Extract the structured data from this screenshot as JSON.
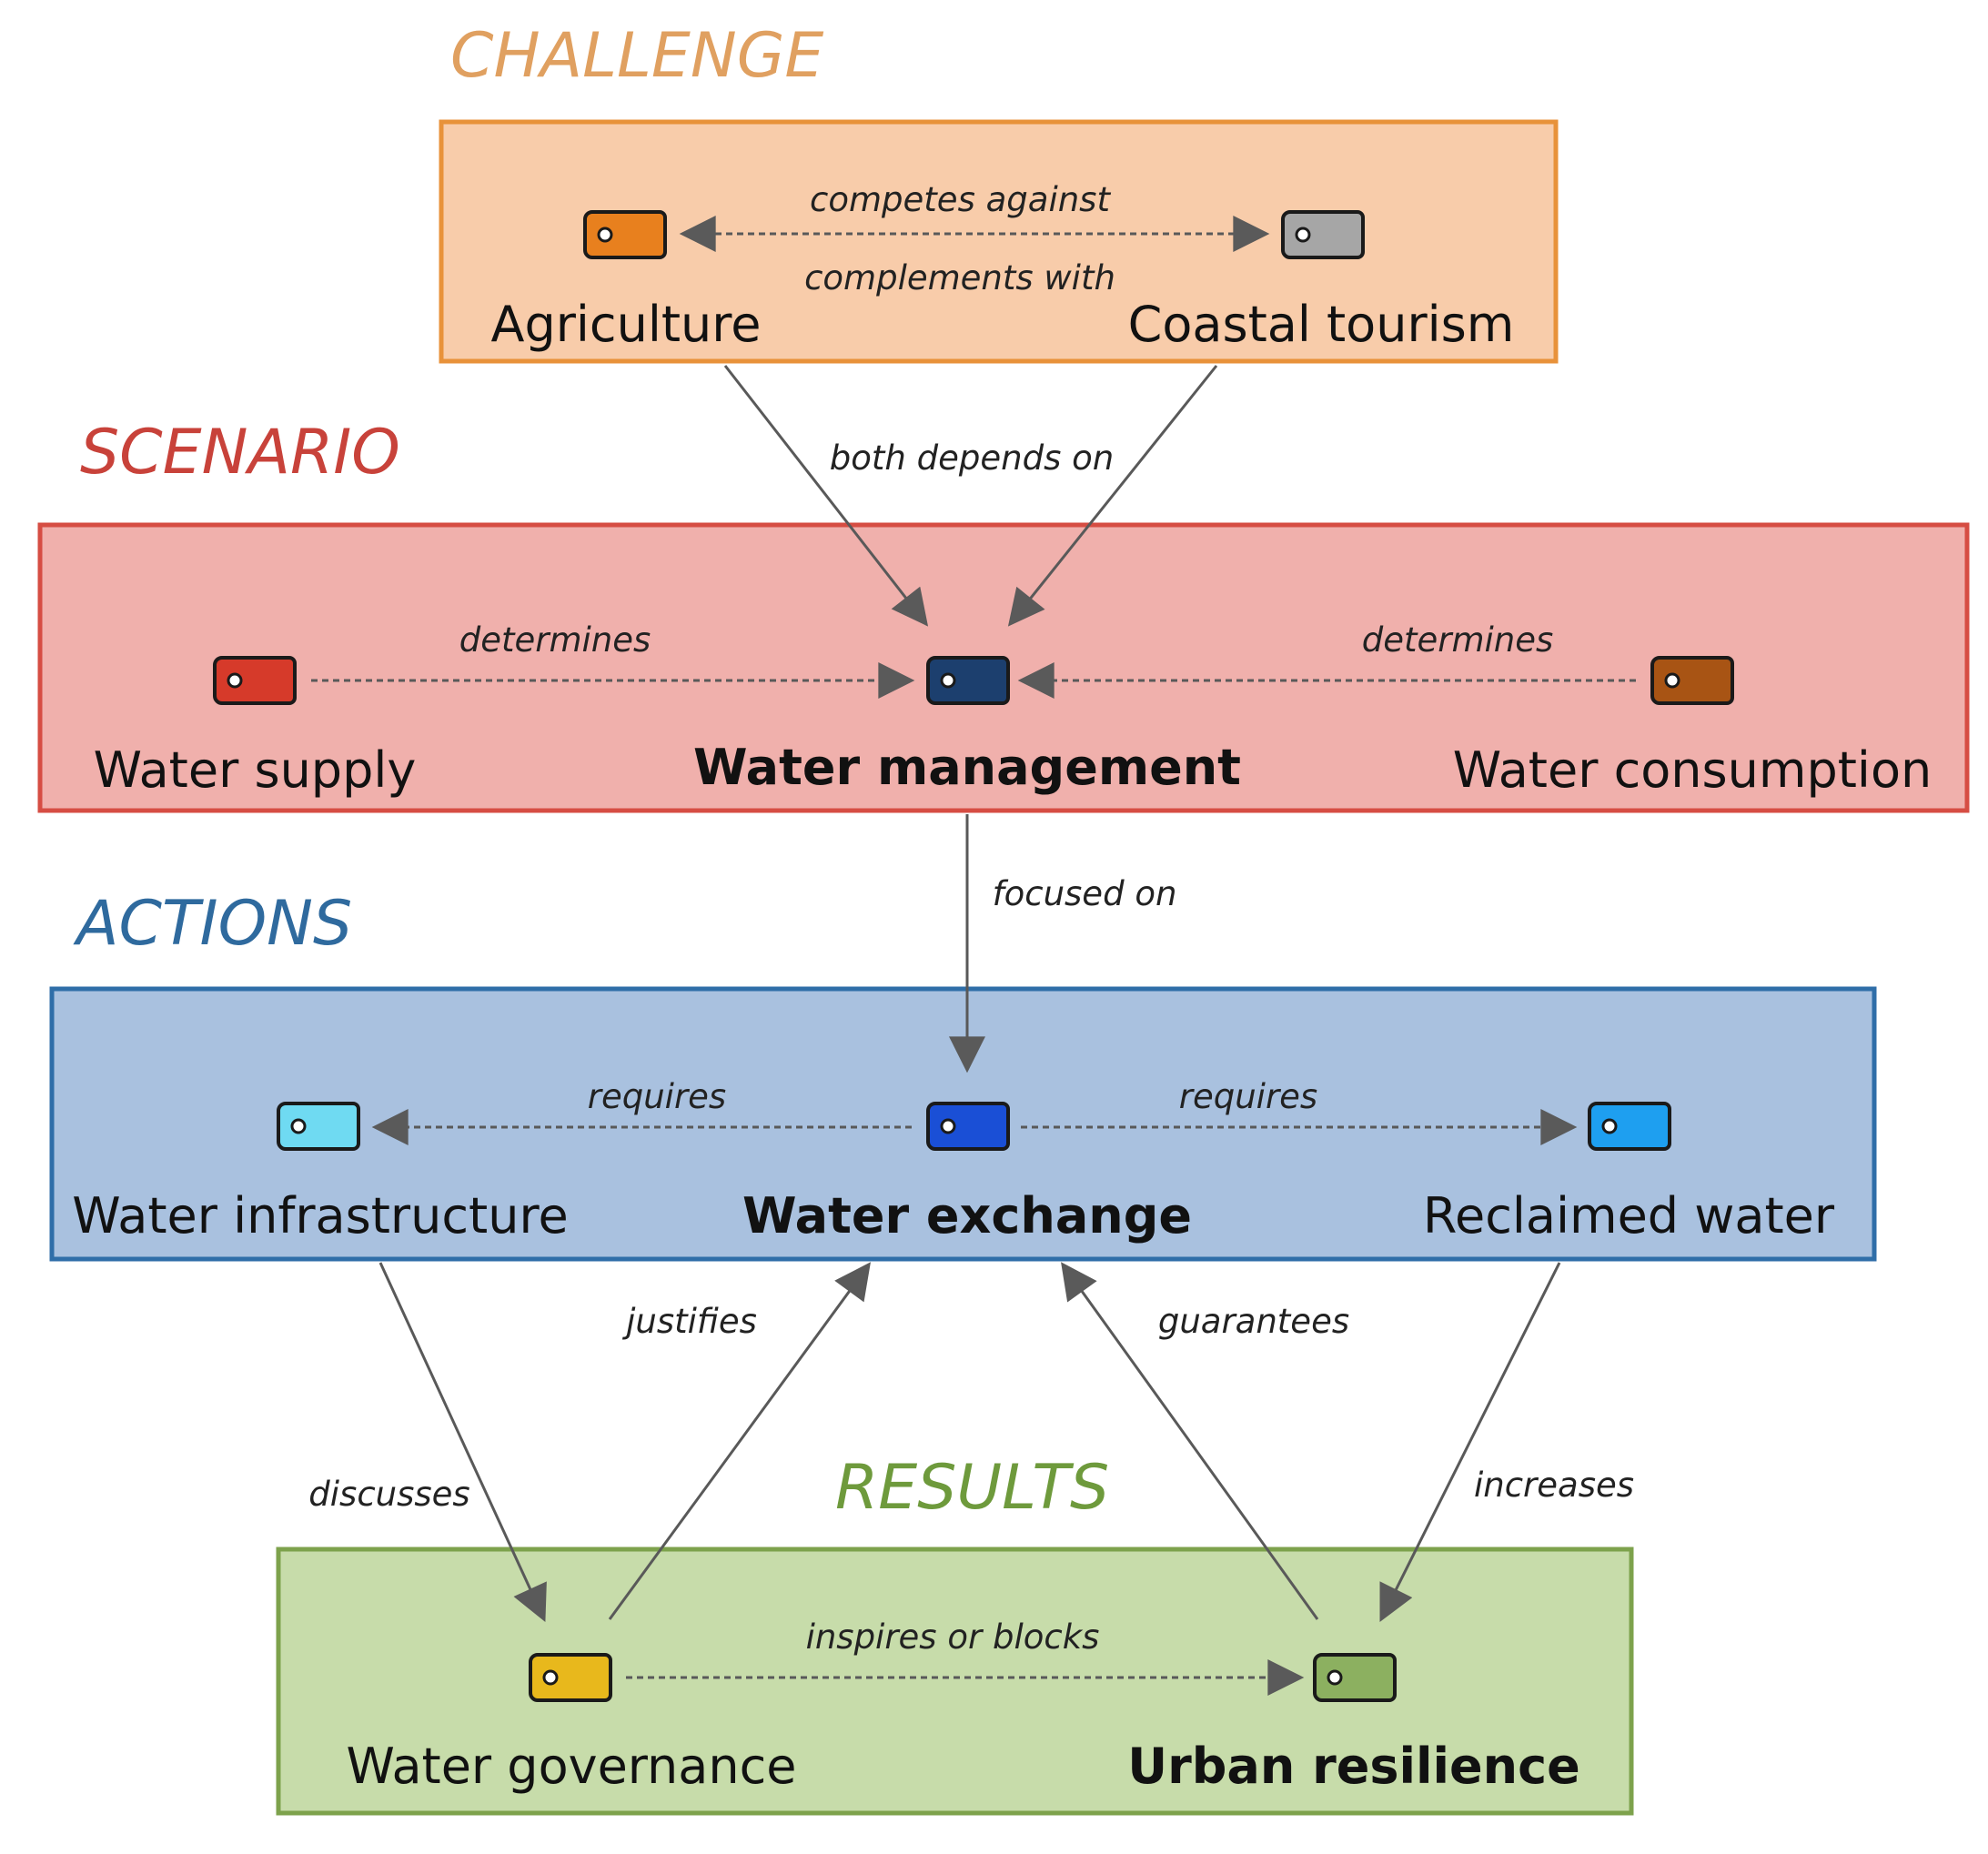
{
  "sections": {
    "challenge": {
      "title": "CHALLENGE",
      "color": "#e0a060",
      "fill": "#f8ccaa",
      "border": "#e8923a"
    },
    "scenario": {
      "title": "SCENARIO",
      "color": "#c8423a",
      "fill": "#f0b0ac",
      "border": "#d64d43"
    },
    "actions": {
      "title": "ACTIONS",
      "color": "#2f6a9e",
      "fill": "#a9c1df",
      "border": "#2f6ea8"
    },
    "results": {
      "title": "RESULTS",
      "color": "#6e9a3c",
      "fill": "#c7dcaa",
      "border": "#7da24c"
    }
  },
  "nodes": {
    "agriculture": {
      "label": "Agriculture",
      "color": "#e8801e"
    },
    "coastal_tourism": {
      "label": "Coastal tourism",
      "color": "#a6a6a6"
    },
    "water_supply": {
      "label": "Water supply",
      "color": "#d63a2a"
    },
    "water_management": {
      "label": "Water management",
      "color": "#1c3f6e"
    },
    "water_consumption": {
      "label": "Water consumption",
      "color": "#a85414"
    },
    "water_infrastructure": {
      "label": "Water infrastructure",
      "color": "#6fdaf2"
    },
    "water_exchange": {
      "label": "Water exchange",
      "color": "#1a4fd6"
    },
    "reclaimed_water": {
      "label": "Reclaimed water",
      "color": "#1e9ff0"
    },
    "water_governance": {
      "label": "Water governance",
      "color": "#e8b81c"
    },
    "urban_resilience": {
      "label": "Urban resilience",
      "color": "#8cb060"
    }
  },
  "edges": {
    "competes_against": "competes against",
    "complements_with": "complements with",
    "both_depends_on": "both depends on",
    "determines_left": "determines",
    "determines_right": "determines",
    "focused_on": "focused on",
    "requires_left": "requires",
    "requires_right": "requires",
    "justifies": "justifies",
    "guarantees": "guarantees",
    "discusses": "discusses",
    "increases": "increases",
    "inspires_or_blocks": "inspires or blocks"
  }
}
